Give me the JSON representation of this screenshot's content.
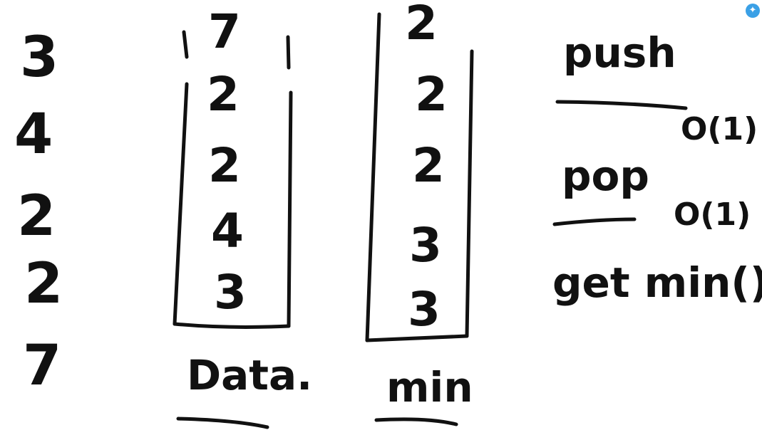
{
  "input_sequence": [
    "3",
    "4",
    "2",
    "2",
    "7"
  ],
  "data_stack": {
    "label": "Data.",
    "items_bottom_to_top": [
      "3",
      "4",
      "2",
      "2",
      "7"
    ]
  },
  "min_stack": {
    "label": "min",
    "items_bottom_to_top": [
      "3",
      "3",
      "2",
      "2",
      "2"
    ]
  },
  "operations": [
    {
      "name": "push",
      "complexity": "O(1)"
    },
    {
      "name": "pop",
      "complexity": "O(1)"
    },
    {
      "name": "get min()",
      "complexity": ""
    }
  ],
  "colors": {
    "ink": "#111111",
    "background": "#ffffff",
    "badge": "#3aa0e6"
  }
}
